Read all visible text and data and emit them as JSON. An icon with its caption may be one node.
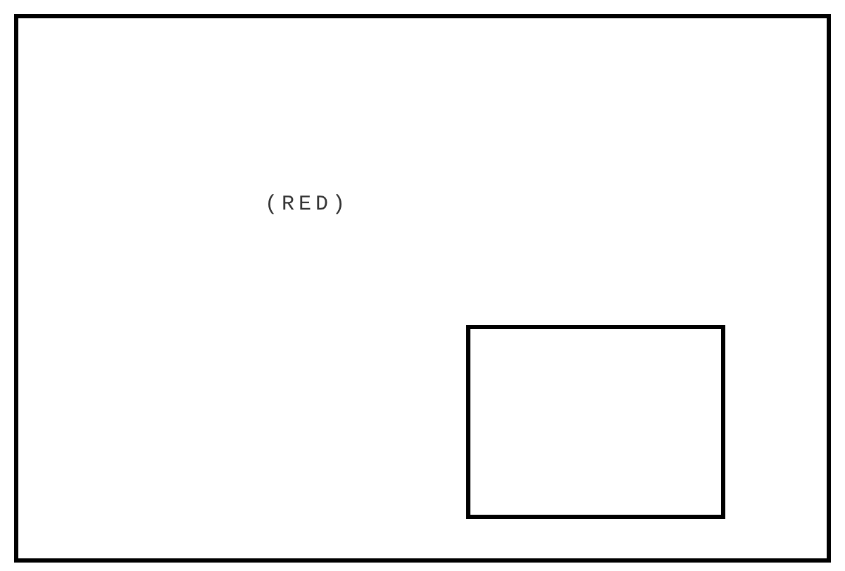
{
  "diagram": {
    "nodes": [
      {
        "text": [
          "(RED)"
        ]
      },
      {
        "text": [],
        "shape": "box",
        "in": 0
      }
    ]
  }
}
